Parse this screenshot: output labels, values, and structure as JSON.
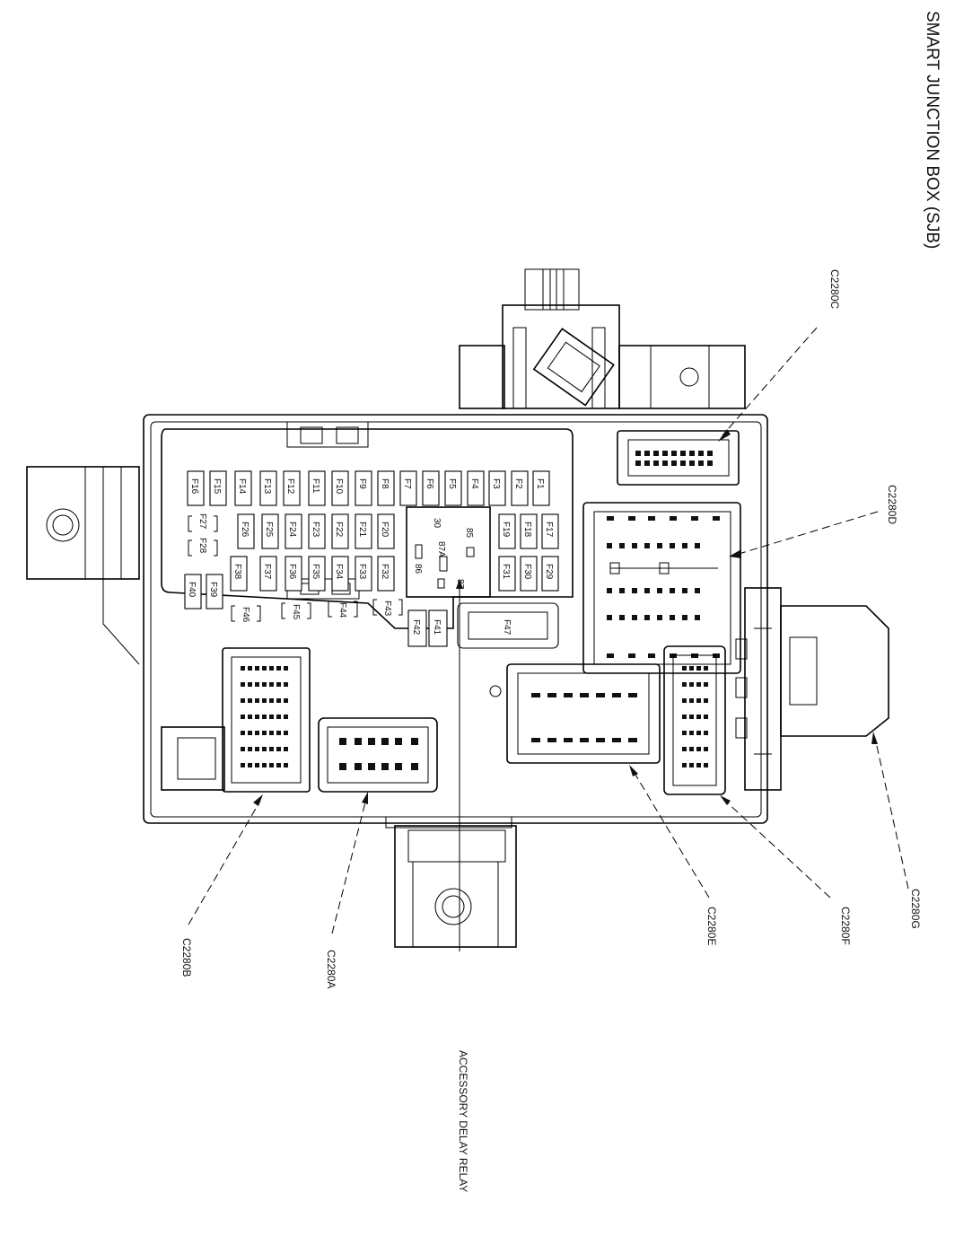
{
  "title": "SMART JUNCTION BOX (SJB)",
  "relay_label": "ACCESSORY DELAY RELAY",
  "relay_pins": [
    "30",
    "85",
    "87A",
    "86",
    "87"
  ],
  "connectors": {
    "c2280a": "C2280A",
    "c2280b": "C2280B",
    "c2280c": "C2280C",
    "c2280d": "C2280D",
    "c2280e": "C2280E",
    "c2280f": "C2280F",
    "c2280g": "C2280G"
  },
  "fuses": [
    "F1",
    "F2",
    "F3",
    "F4",
    "F5",
    "F6",
    "F7",
    "F8",
    "F9",
    "F10",
    "F11",
    "F12",
    "F13",
    "F14",
    "F15",
    "F16",
    "F17",
    "F18",
    "F19",
    "F20",
    "F21",
    "F22",
    "F23",
    "F24",
    "F25",
    "F26",
    "F27",
    "F28",
    "F29",
    "F30",
    "F31",
    "F32",
    "F33",
    "F34",
    "F35",
    "F36",
    "F37",
    "F38",
    "F39",
    "F40",
    "F41",
    "F42",
    "F43",
    "F44",
    "F45",
    "F46",
    "F47"
  ]
}
